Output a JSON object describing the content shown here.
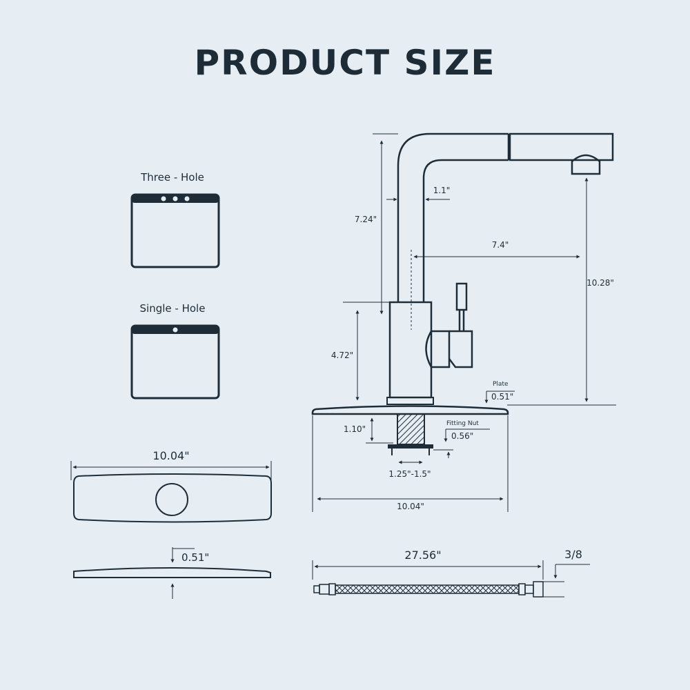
{
  "title": "PRODUCT SIZE",
  "installation": {
    "three_hole_label": "Three - Hole",
    "single_hole_label": "Single - Hole"
  },
  "faucet": {
    "spout_height": "7.24\"",
    "spout_thickness": "1.1\"",
    "reach": "7.4\"",
    "total_height": "10.28\"",
    "body_height": "4.72\"",
    "plate_label": "Plate",
    "plate_thickness": "0.51\"",
    "shank_length": "1.10\"",
    "fitting_nut_label": "Fitting Nut",
    "fitting_nut_size": "0.56\"",
    "hole_range": "1.25\"-1.5\"",
    "base_width": "10.04\""
  },
  "deck_plate": {
    "width": "10.04\"",
    "thickness": "0.51\""
  },
  "hose": {
    "length": "27.56\"",
    "connector": "3/8"
  }
}
